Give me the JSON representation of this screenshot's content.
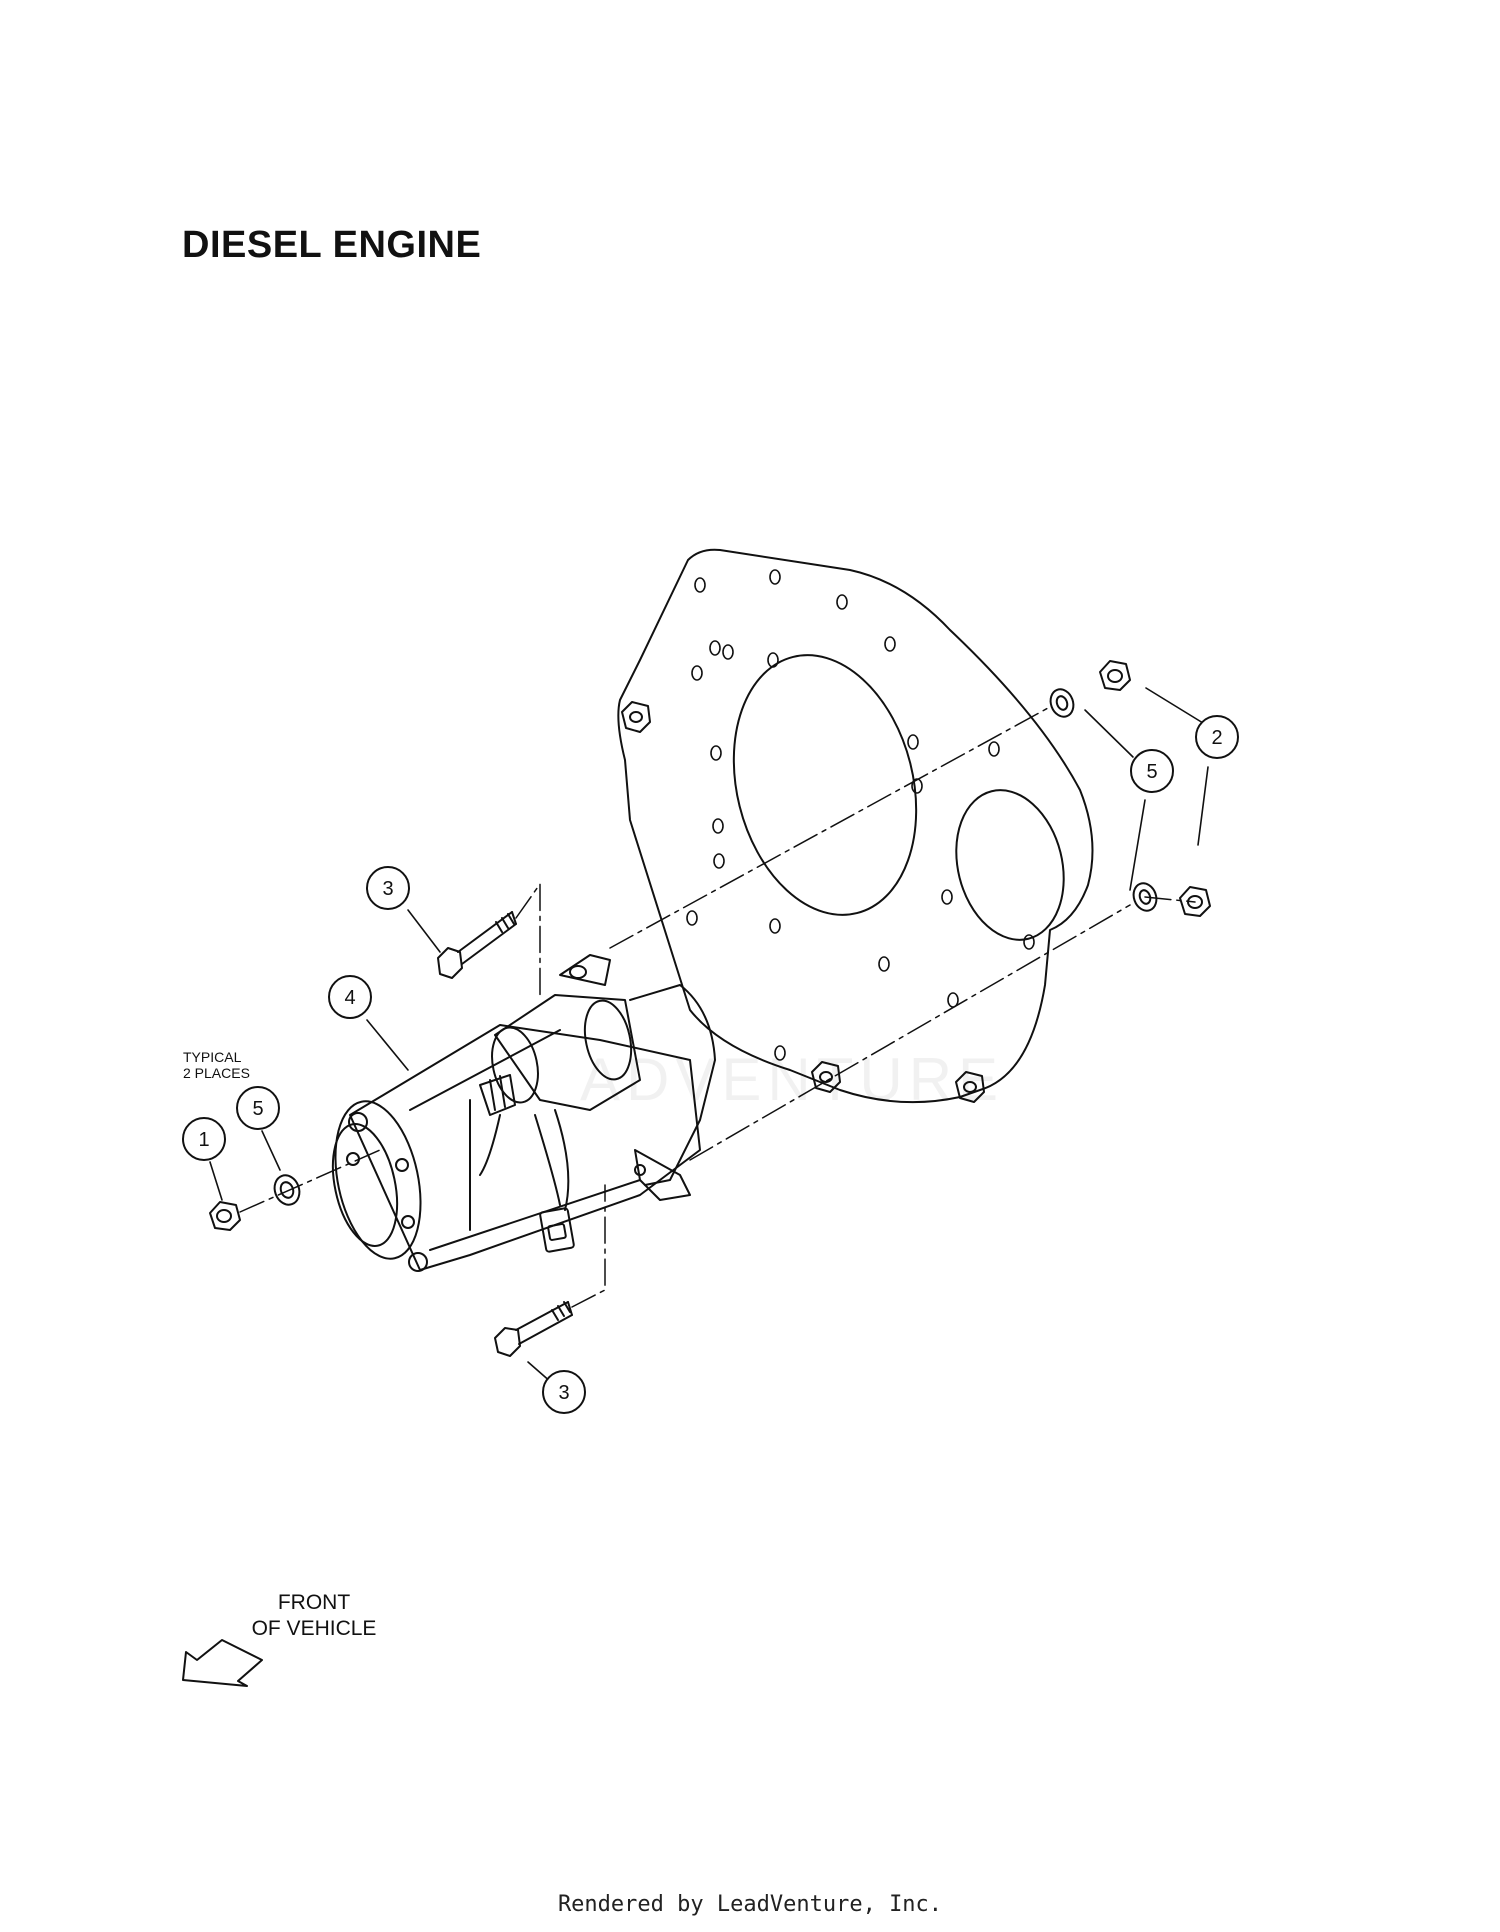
{
  "title": "DIESEL ENGINE",
  "note": {
    "line1": "TYPICAL",
    "line2": "2 PLACES"
  },
  "front_label": {
    "line1": "FRONT",
    "line2": "OF VEHICLE"
  },
  "footer": "Rendered by LeadVenture, Inc.",
  "watermark": "ADVENTURE",
  "callouts": [
    "1",
    "5",
    "4",
    "3",
    "3",
    "5",
    "2"
  ],
  "icons": [
    "front-arrow-icon"
  ]
}
